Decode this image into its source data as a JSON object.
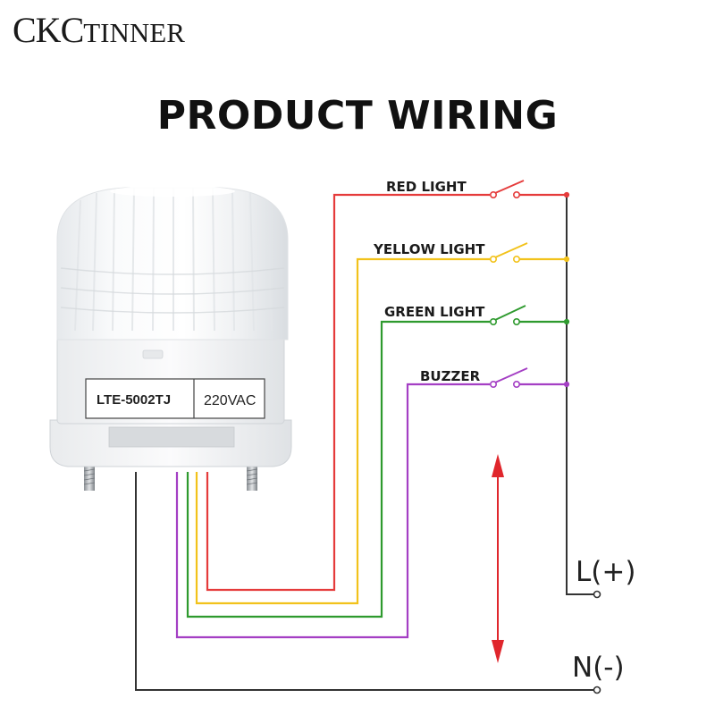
{
  "brand": {
    "big_c": "CKC",
    "rest": "TINNER"
  },
  "title": "PRODUCT WIRING",
  "device": {
    "model": "LTE-5002TJ",
    "voltage": "220VAC"
  },
  "wires": [
    {
      "label": "RED LIGHT",
      "color": "#e53b3b"
    },
    {
      "label": "YELLOW LIGHT",
      "color": "#f2c21b"
    },
    {
      "label": "GREEN LIGHT",
      "color": "#2e9a2e"
    },
    {
      "label": "BUZZER",
      "color": "#a43fc4"
    }
  ],
  "neutral_color": "#333333",
  "terminals": {
    "line": "L(+)",
    "neutral": "N(-)"
  },
  "arrow_color": "#e0262c"
}
